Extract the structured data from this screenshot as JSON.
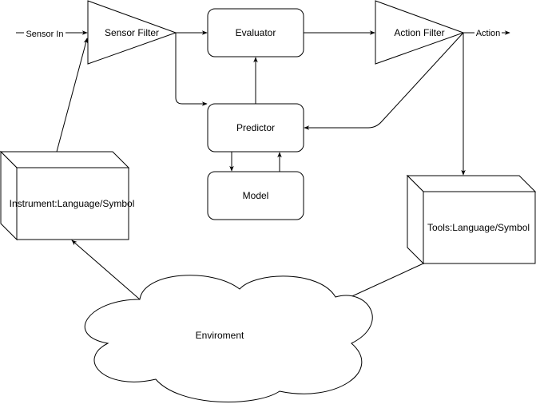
{
  "nodes": {
    "sensor_filter": {
      "label": "Sensor Filter"
    },
    "evaluator": {
      "label": "Evaluator"
    },
    "action_filter": {
      "label": "Action Filter"
    },
    "predictor": {
      "label": "Predictor"
    },
    "model": {
      "label": "Model"
    },
    "instrument": {
      "label": "Instrument:Language/Symbol"
    },
    "tools": {
      "label": "Tools:Language/Symbol"
    },
    "environment": {
      "label": "Enviroment"
    }
  },
  "edges": {
    "sensor_in": {
      "label": "Sensor In"
    },
    "action": {
      "label": "Action"
    }
  }
}
